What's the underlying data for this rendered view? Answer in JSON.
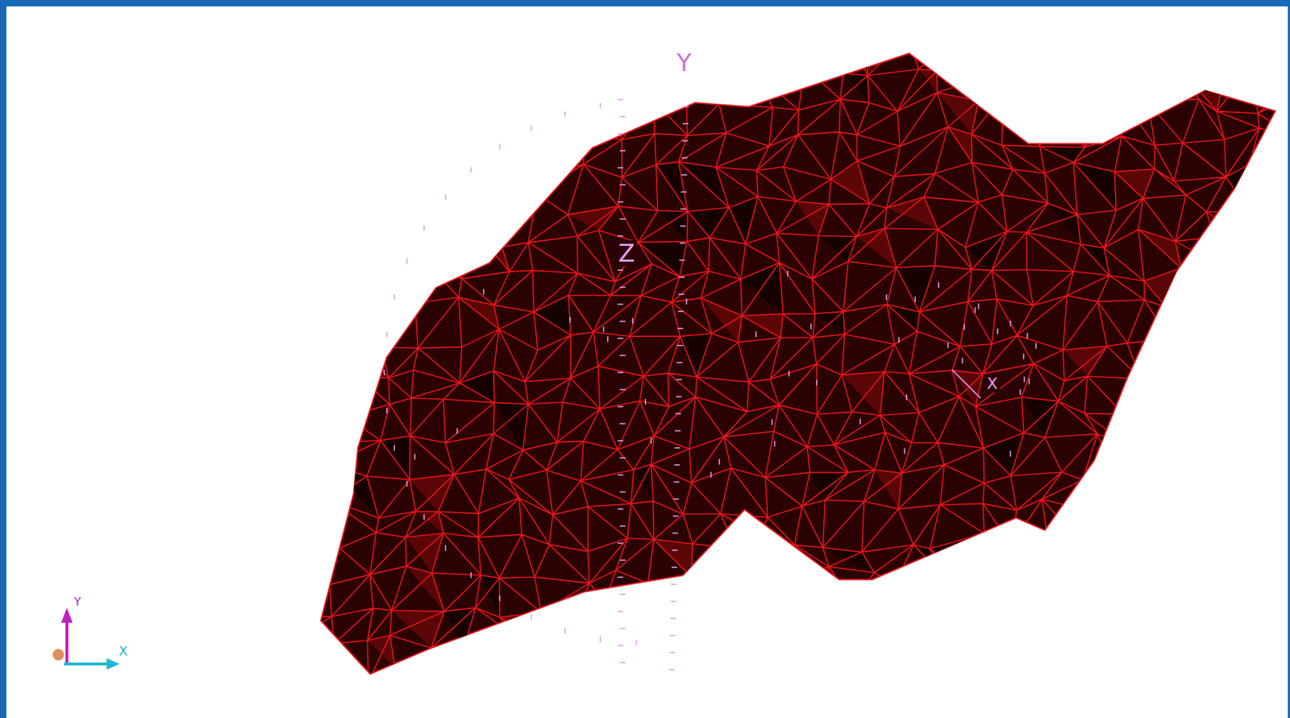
{
  "diagram": {
    "labels": [
      "Y",
      "Z",
      "X",
      "Y",
      "X"
    ]
  }
}
